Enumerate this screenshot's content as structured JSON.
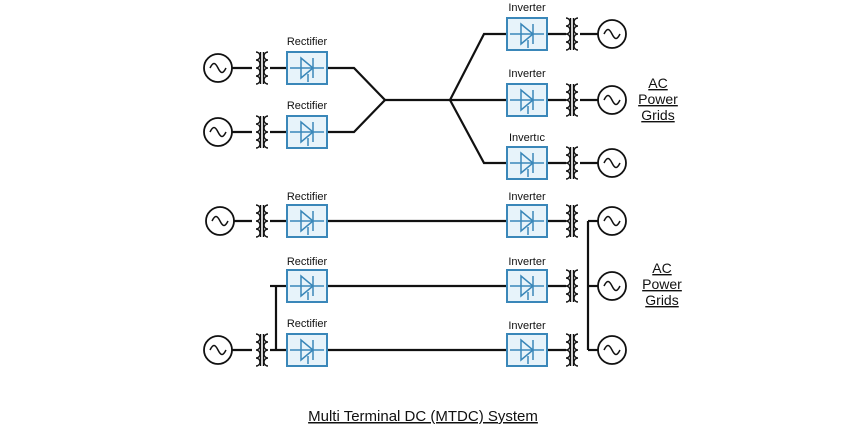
{
  "labels": {
    "rectifier": "Rectifier",
    "inverter": "Inverter",
    "inverter_faded": "Invertıc"
  },
  "grids_top": {
    "line1": "AC",
    "line2": "Power",
    "line3": "Grids"
  },
  "grids_bottom": {
    "line1": "AC",
    "line2": "Power",
    "line3": "Grids"
  },
  "title": "Multi Terminal DC (MTDC) System",
  "colors": {
    "converter_stroke": "#3a87b9",
    "converter_fill": "#e7f3fa",
    "wire": "#111111"
  }
}
